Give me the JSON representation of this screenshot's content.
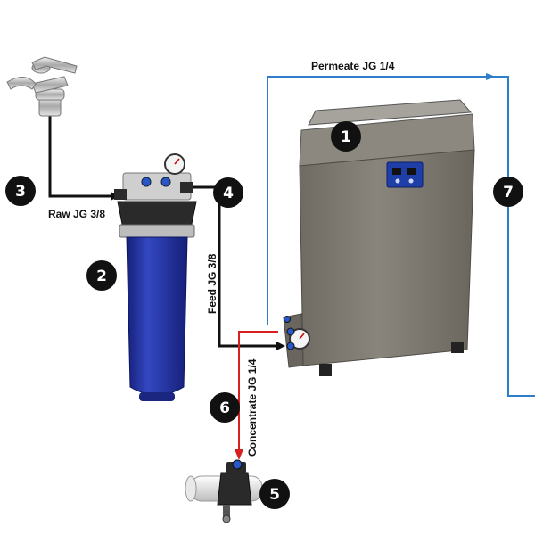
{
  "labels": {
    "permeate": "Permeate JG 1/4",
    "raw": "Raw JG 3/8",
    "feed": "Feed JG 3/8",
    "concentrate": "Concentrate JG 1/4"
  },
  "markers": {
    "m1": "1",
    "m2": "2",
    "m3": "3",
    "m4": "4",
    "m5": "5",
    "m6": "6",
    "m7": "7"
  },
  "colors": {
    "permeate_line": "#2f7fc8",
    "raw_feed_line": "#111111",
    "concentrate_line": "#d82020",
    "marker_fill": "#111111",
    "filter_blue": "#1f2f9a",
    "unit_body": "#7f7b72"
  },
  "icons": {
    "tap": "faucet-icon",
    "filter": "water-filter-housing",
    "unit": "reverse-osmosis-unit",
    "drain": "drain-saddle-clamp"
  }
}
